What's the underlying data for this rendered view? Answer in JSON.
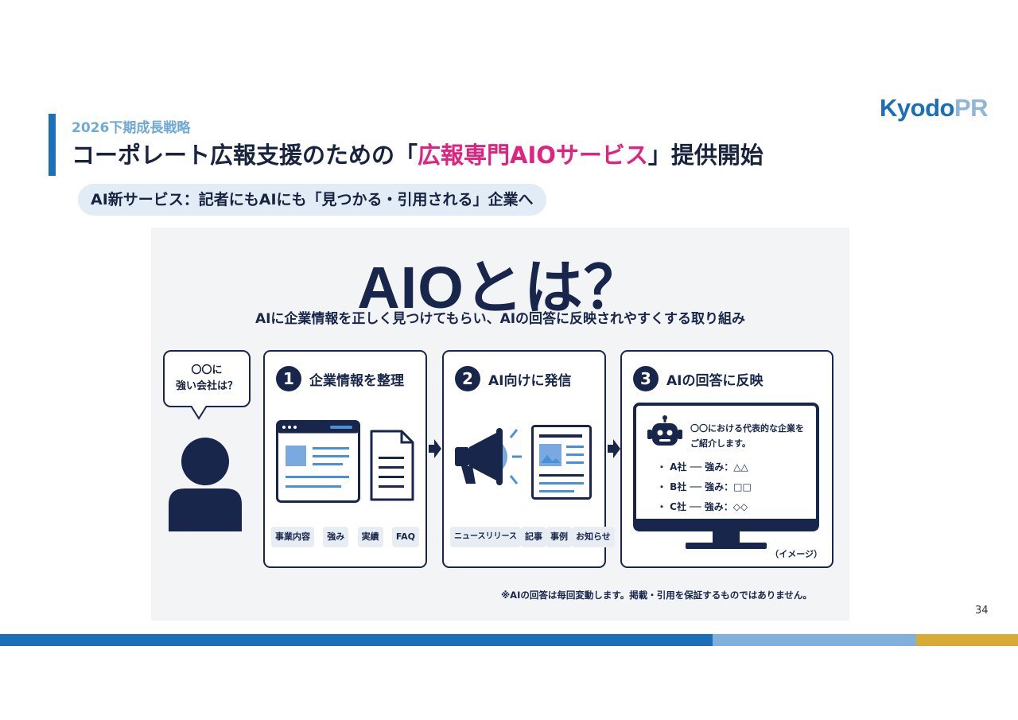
{
  "header": {
    "kicker": "2026下期成長戦略",
    "title_pre": "コーポレート広報支援のための「",
    "title_highlight": "広報専門AIOサービス",
    "title_post": "」提供開始",
    "logo_kyodo": "Kyodo",
    "logo_pr": "PR"
  },
  "pill": {
    "text": "AI新サービス：記者にもAIにも「見つかる・引用される」企業へ"
  },
  "infographic": {
    "heading": "AIOとは？",
    "subheading": "AIに企業情報を正しく見つけてもらい、AIの回答に反映されやすくする取り組み",
    "bubble": {
      "line1": "〇〇に",
      "line2": "強い会社は？"
    },
    "steps": [
      {
        "num": "1",
        "title": "企業情報を整理",
        "tags": [
          "事業内容",
          "強み",
          "実績",
          "FAQ"
        ]
      },
      {
        "num": "2",
        "title": "AI向けに発信",
        "tags": [
          "ニュースリリース",
          "記事",
          "事例",
          "お知らせ"
        ]
      },
      {
        "num": "3",
        "title": "AIの回答に反映",
        "tags": []
      }
    ],
    "ai_answer": {
      "line1": "〇〇における代表的な企業を",
      "line2": "ご紹介します。",
      "items": [
        "・ A社 ── 強み：△△",
        "・ B社 ── 強み：□□",
        "・ C社 ── 強み：◇◇"
      ],
      "image_note": "（イメージ）"
    },
    "footnote": "※AIの回答は毎回変動します。掲載・引用を保証するものではありません。"
  },
  "page_number": "34",
  "colors": {
    "brand_blue": "#1a6fb8",
    "navy": "#17264a",
    "highlight_pink": "#e0237f",
    "light_blue": "#6fa9d8",
    "gold": "#d8ac34"
  },
  "icons": [
    "person-icon",
    "speech-bubble-icon",
    "browser-window-icon",
    "document-icon",
    "megaphone-icon",
    "news-article-icon",
    "robot-icon",
    "monitor-icon",
    "arrow-right-icon"
  ]
}
